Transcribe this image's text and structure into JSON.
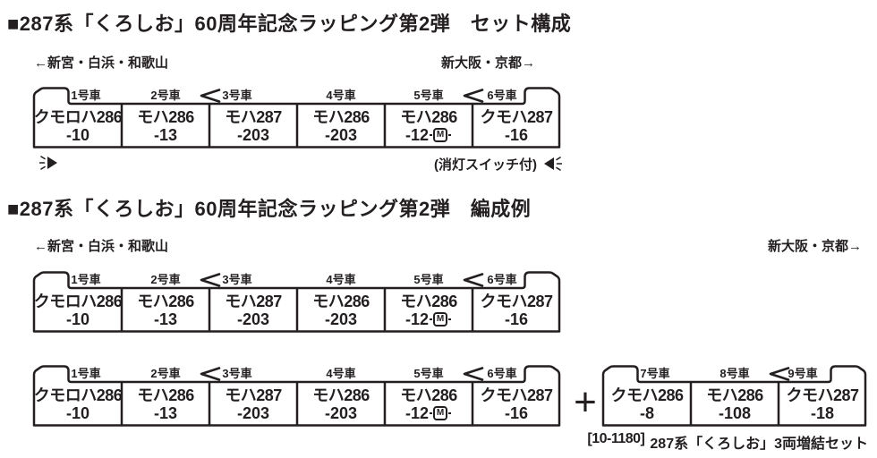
{
  "colors": {
    "ink": "#231f20",
    "background": "#ffffff"
  },
  "icons": {
    "coupler_chevron": "left-chevron",
    "light_left": "light-rays-pointing-right",
    "light_right": "light-rays-pointing-left",
    "motor_mark": "M-in-rounded-box"
  },
  "section1": {
    "title": "■287系「くろしお」60周年記念ラッピング第2弾　セット構成",
    "direction_left": "←新宮・白浜・和歌山",
    "direction_right": "新大阪・京都→",
    "light_note": "(消灯スイッチ付)"
  },
  "section2": {
    "title": "■287系「くろしお」60周年記念ラッピング第2弾　編成例",
    "direction_left": "←新宮・白浜・和歌山",
    "direction_right": "新大阪・京都→",
    "plus": "+",
    "addon_code": "[10-1180]",
    "addon_caption": "287系「くろしお」3両増結セット"
  },
  "six_car_set": {
    "cars": [
      {
        "label": "1号車",
        "name": "クモロハ286",
        "number": "-10"
      },
      {
        "label": "2号車",
        "name": "モハ286",
        "number": "-13"
      },
      {
        "label": "3号車",
        "name": "モハ287",
        "number": "-203"
      },
      {
        "label": "4号車",
        "name": "モハ286",
        "number": "-203"
      },
      {
        "label": "5号車",
        "name": "モハ286",
        "number": "-12",
        "motor": "M"
      },
      {
        "label": "6号車",
        "name": "クモハ287",
        "number": "-16"
      }
    ]
  },
  "three_car_set": {
    "cars": [
      {
        "label": "7号車",
        "name": "クモハ286",
        "number": "-8"
      },
      {
        "label": "8号車",
        "name": "モハ286",
        "number": "-108"
      },
      {
        "label": "9号車",
        "name": "クモハ287",
        "number": "-18"
      }
    ]
  }
}
